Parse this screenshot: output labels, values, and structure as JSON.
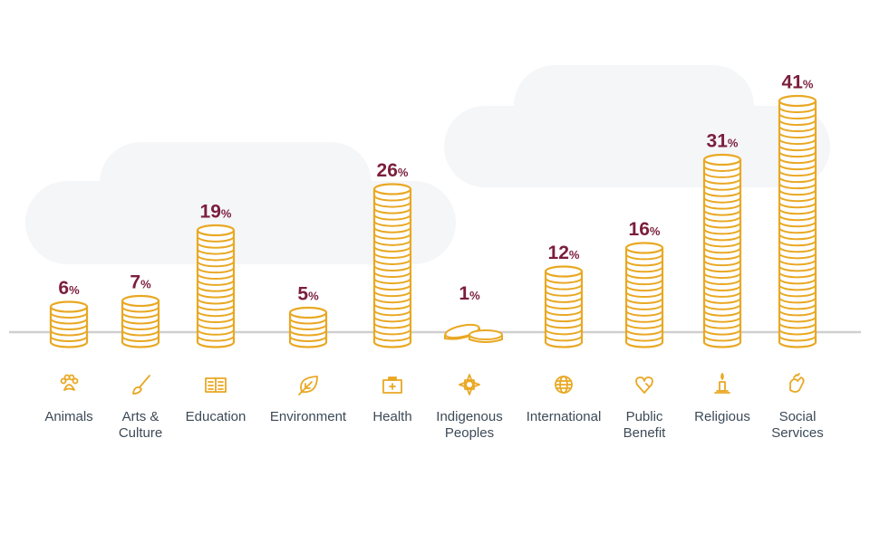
{
  "chart_data": {
    "type": "bar",
    "title": "",
    "xlabel": "",
    "ylabel": "",
    "ylim": [
      0,
      41
    ],
    "unit_suffix": "%",
    "categories": [
      "Animals",
      "Arts & Culture",
      "Education",
      "Environment",
      "Health",
      "Indigenous Peoples",
      "International",
      "Public Benefit",
      "Religious",
      "Social Services"
    ],
    "category_lines": [
      [
        "Animals"
      ],
      [
        "Arts &",
        "Culture"
      ],
      [
        "Education"
      ],
      [
        "Environment"
      ],
      [
        "Health"
      ],
      [
        "Indigenous",
        "Peoples"
      ],
      [
        "International"
      ],
      [
        "Public",
        "Benefit"
      ],
      [
        "Religious"
      ],
      [
        "Social",
        "Services"
      ]
    ],
    "icons": [
      "paw-icon",
      "paintbrush-icon",
      "book-icon",
      "leaf-icon",
      "first-aid-kit-icon",
      "compass-star-icon",
      "globe-icon",
      "heart-icon",
      "candle-icon",
      "helping-hand-icon"
    ],
    "values": [
      6,
      7,
      19,
      5,
      26,
      1,
      12,
      16,
      31,
      41
    ],
    "colors": {
      "coin": "#e9a823",
      "value": "#7b1e3c",
      "label": "#3d4a57",
      "baseline": "#cfcfcf",
      "cloud": "#f5f6f8"
    }
  }
}
